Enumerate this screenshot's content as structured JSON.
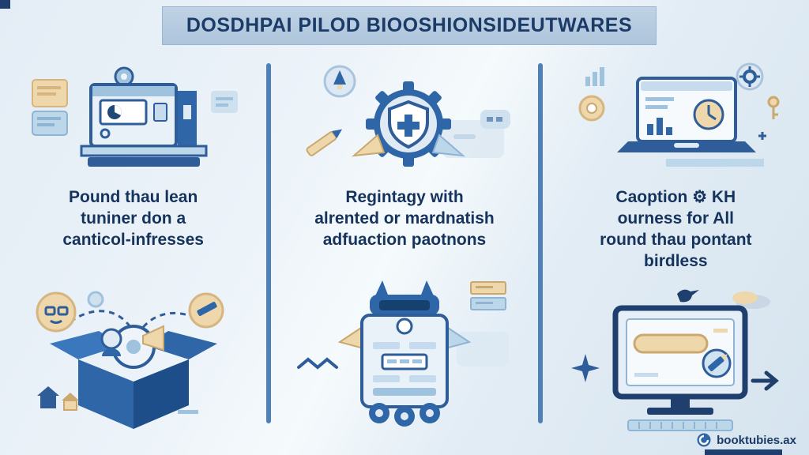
{
  "title": "DOSDHPAI PILOD BIOOSHIONSIDEUTWARES",
  "columns": [
    {
      "topic": "machine-printing",
      "caption_lines": [
        "Pound thau lean",
        "tuniner don a",
        "canticol-infresses"
      ]
    },
    {
      "topic": "shield-gear-safety",
      "caption_lines": [
        "Regintagy with",
        "alrented or mardnatish",
        "adfuaction paotnons"
      ]
    },
    {
      "topic": "laptop-analytics",
      "caption_lines": [
        "Caoption ⚙ KH",
        "ourness for All",
        "round thau pontant",
        "birdless"
      ]
    }
  ],
  "footer": {
    "brand": "booktubies.ax"
  },
  "icons": {
    "column1_top": "factory-machine",
    "column1_bottom": "open-box-community",
    "column2_top": "shield-gear",
    "column2_bottom": "robot-machine",
    "column3_top": "laptop-analytics",
    "column3_bottom": "monitor-design"
  },
  "colors": {
    "accent_blue": "#2e66a8",
    "navy": "#1f3f6e",
    "light_blue": "#bcd6ea",
    "tan": "#ead1a4",
    "banner": "#b6cade",
    "divider": "#4f80b8",
    "text": "#15335c"
  }
}
